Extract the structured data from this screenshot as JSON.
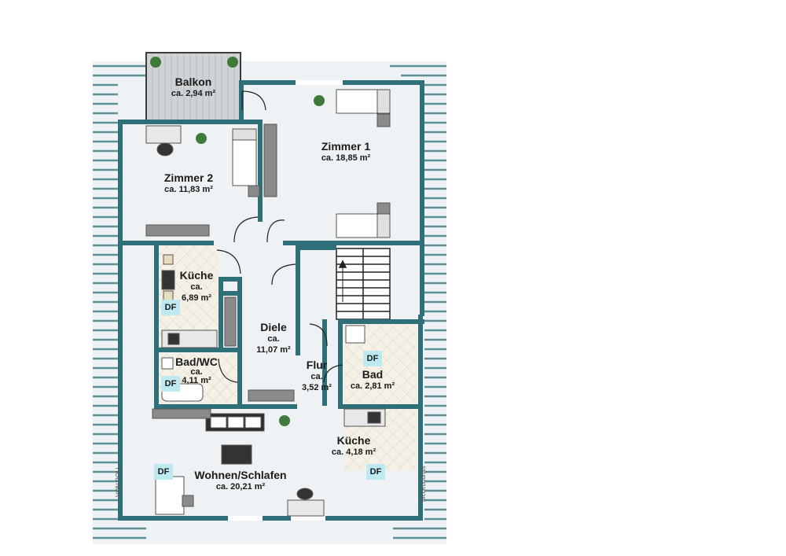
{
  "colors": {
    "wall": "#2f6f78",
    "floor": "#e9eef0",
    "tile": "#f4efe4",
    "stripe": "#5c8f97"
  },
  "rooms": [
    {
      "id": "balkon",
      "name": "Balkon",
      "area": "ca. 2,94 m²"
    },
    {
      "id": "zimmer1",
      "name": "Zimmer 1",
      "area": "ca. 18,85 m²"
    },
    {
      "id": "zimmer2",
      "name": "Zimmer 2",
      "area": "ca. 11,83 m²"
    },
    {
      "id": "kueche1",
      "name": "Küche",
      "area_line1": "ca.",
      "area_line2": "6,89 m²"
    },
    {
      "id": "diele",
      "name": "Diele",
      "area_line1": "ca.",
      "area_line2": "11,07 m²"
    },
    {
      "id": "badwc",
      "name": "Bad/WC",
      "area_line1": "ca.",
      "area_line2": "4,11 m²"
    },
    {
      "id": "flur",
      "name": "Flur",
      "area_line1": "ca.",
      "area_line2": "3,52 m²"
    },
    {
      "id": "bad",
      "name": "Bad",
      "area": "ca. 2,81 m²"
    },
    {
      "id": "kueche2",
      "name": "Küche",
      "area": "ca. 4,18 m²"
    },
    {
      "id": "wohnen",
      "name": "Wohnen/Schlafen",
      "area": "ca. 20,21 m²"
    }
  ],
  "df_label": "DF",
  "marks": {
    "left": "VON POLL",
    "right": "McGrundriss"
  }
}
